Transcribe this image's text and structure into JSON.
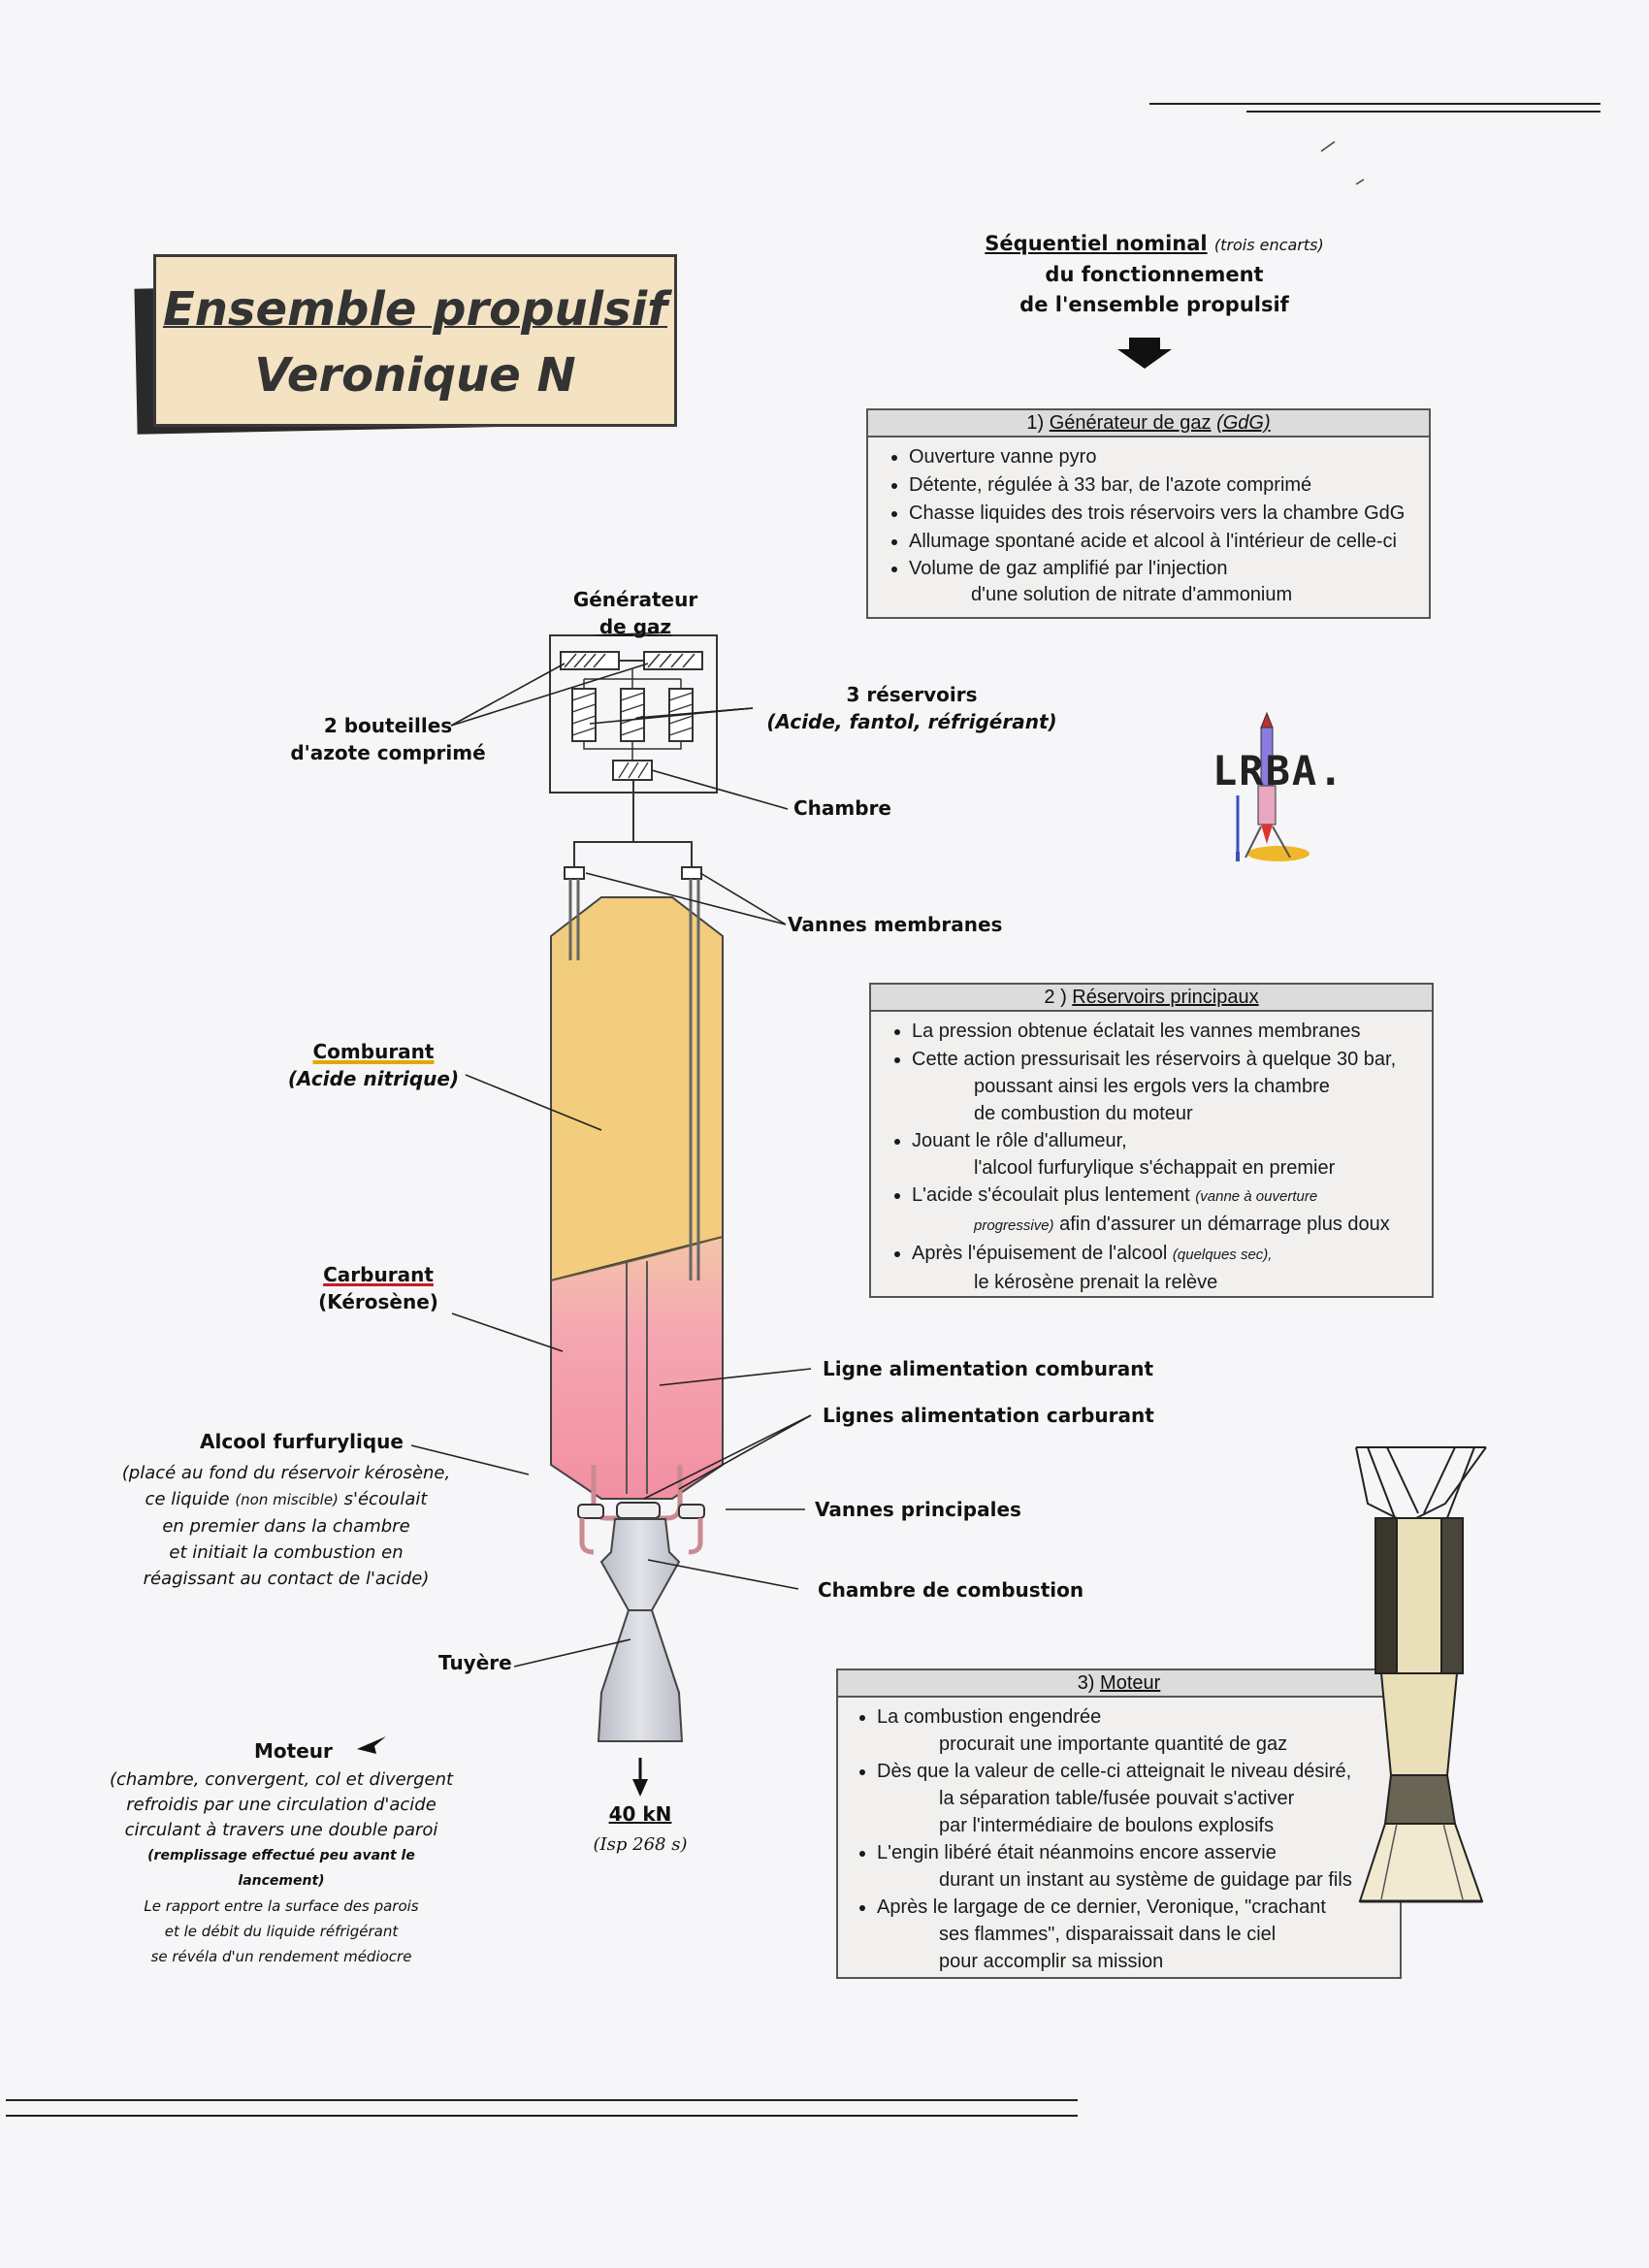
{
  "title": {
    "line1": "Ensemble propulsif",
    "line2": "Veronique N"
  },
  "sequence_header": {
    "line1_main": "Séquentiel nominal",
    "line1_note": "(trois encarts)",
    "line2": "du fonctionnement",
    "line3": "de l'ensemble propulsif"
  },
  "box1": {
    "num": "1)",
    "heading": "Générateur de gaz",
    "heading_note": "(GdG)",
    "items": [
      {
        "text": "Ouverture vanne pyro"
      },
      {
        "text": "Détente, régulée à 33 bar, de l'azote comprimé"
      },
      {
        "text": "Chasse liquides des trois réservoirs vers la chambre GdG"
      },
      {
        "text": "Allumage spontané acide et alcool à l'intérieur de celle-ci"
      },
      {
        "text": "Volume de gaz amplifié par l'injection",
        "cont": "d'une solution de nitrate d'ammonium"
      }
    ]
  },
  "box2": {
    "num": "2 )",
    "heading": "Réservoirs principaux",
    "items": [
      {
        "text": "La pression obtenue éclatait les vannes membranes"
      },
      {
        "text": "Cette action pressurisait les réservoirs à quelque 30 bar,",
        "cont": "poussant ainsi les ergols vers la chambre",
        "cont2": "de combustion du moteur"
      },
      {
        "text": "Jouant le rôle d'allumeur,",
        "cont": "l'alcool furfurylique s'échappait en premier"
      },
      {
        "text": "L'acide s'écoulait plus lentement",
        "note": "(vanne à ouverture",
        "note2": "progressive)",
        "tail": "afin d'assurer un démarrage plus doux"
      },
      {
        "text": "Après l'épuisement de l'alcool",
        "note": "(quelques sec),",
        "cont": "le kérosène prenait la relève"
      }
    ]
  },
  "box3": {
    "num": "3)",
    "heading": "Moteur",
    "items": [
      {
        "text": "La combustion engendrée",
        "cont": "procurait une importante quantité de gaz"
      },
      {
        "text": "Dès que la valeur de celle-ci atteignait le niveau désiré,",
        "cont": "la séparation table/fusée pouvait s'activer",
        "cont2": "par l'intermédiaire de boulons explosifs"
      },
      {
        "text": "L'engin libéré était néanmoins encore asservie",
        "cont": "durant un instant au système de guidage par fils"
      },
      {
        "text": "Après le largage de ce dernier, Veronique, \"crachant",
        "cont": "ses flammes\", disparaissait dans le ciel",
        "cont2": "pour accomplir sa mission"
      }
    ]
  },
  "labels": {
    "generateur_1": "Générateur",
    "generateur_2": "de gaz",
    "bouteilles_1": "2 bouteilles",
    "bouteilles_2": "d'azote comprimé",
    "reservoirs_1": "3 réservoirs",
    "reservoirs_2": "(Acide, fantol, réfrigérant)",
    "chambre": "Chambre",
    "vannes_membranes": "Vannes membranes",
    "comburant_1": "Comburant",
    "comburant_2": "(Acide nitrique)",
    "carburant_1": "Carburant",
    "carburant_2": "(Kérosène)",
    "alcool_title": "Alcool furfurylique",
    "alcool_1": "(placé au fond du réservoir kérosène,",
    "alcool_2a": "ce liquide",
    "alcool_2b": "(non miscible)",
    "alcool_2c": "s'écoulait",
    "alcool_3": "en premier dans la chambre",
    "alcool_4": "et initiait la combustion en",
    "alcool_5": "réagissant au contact de l'acide)",
    "ligne_comburant": "Ligne alimentation comburant",
    "lignes_carburant": "Lignes alimentation carburant",
    "vannes_principales": "Vannes principales",
    "chambre_combustion": "Chambre de combustion",
    "tuyere": "Tuyère",
    "moteur_title": "Moteur",
    "moteur_1": "(chambre, convergent, col et divergent",
    "moteur_2": "refroidis par une circulation d'acide",
    "moteur_3": "circulant à travers une double paroi",
    "moteur_4": "(remplissage effectué peu avant le lancement)",
    "moteur_5": "Le rapport entre la surface des parois",
    "moteur_6": "et le débit du liquide réfrigérant",
    "moteur_7": "se révéla d'un rendement médiocre",
    "thrust": "40 kN",
    "isp": "(Isp 268 s)"
  },
  "logo": {
    "text": "LRBA."
  },
  "colors": {
    "comburant": "#f2cd7e",
    "carburant": "#f59aa8",
    "nozzle": "#c9ccd4",
    "title_card": "#f3e3c3",
    "box_header": "#dcdcdc"
  }
}
